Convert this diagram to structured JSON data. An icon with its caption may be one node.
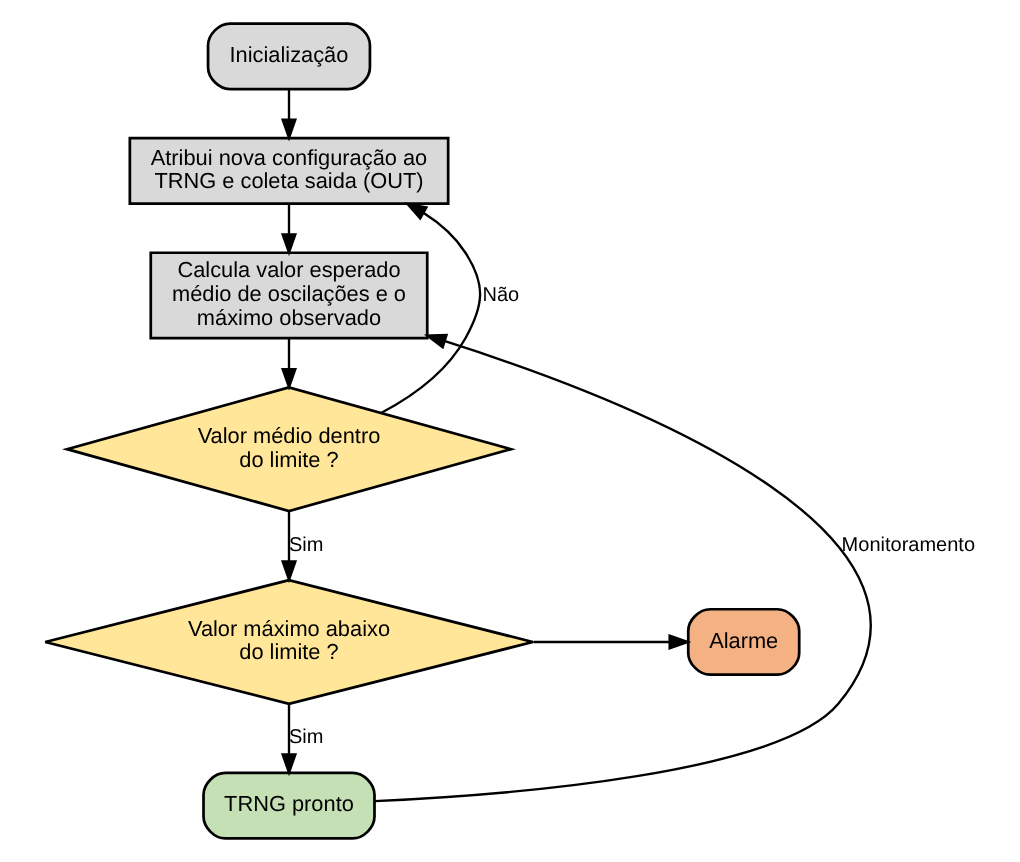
{
  "diagram": {
    "nodes": [
      {
        "text": [
          "Inicialização"
        ]
      },
      {
        "text": [
          "Atribui nova configuração ao TRNG e coleta saida (OUT)"
        ]
      },
      {
        "text": [
          "Calcula valor esperado médio de oscilações e o máximo observado"
        ]
      },
      {
        "text": [
          "Valor médio dentro do limite ?"
        ]
      },
      {
        "text": [
          "Valor máximo abaixo do limite ?"
        ]
      },
      {
        "text": [
          "TRNG pronto"
        ]
      },
      {
        "text": [
          "Alarme"
        ]
      }
    ],
    "edges": [
      {
        "from": 0,
        "to": 1,
        "arrow": "to"
      },
      {
        "from": 1,
        "to": 2,
        "arrow": "to"
      },
      {
        "from": 2,
        "to": 3,
        "arrow": "to"
      },
      {
        "from": 3,
        "to": 4,
        "label": "Sim",
        "arrow": "to"
      },
      {
        "from": 3,
        "to": 1,
        "label": "Não",
        "arrow": "to"
      },
      {
        "from": 4,
        "to": 5,
        "label": "Sim",
        "arrow": "to"
      },
      {
        "from": 4,
        "to": 6,
        "arrow": "to"
      },
      {
        "from": 5,
        "to": 2,
        "label": "Monitoramento",
        "arrow": "to"
      }
    ]
  }
}
